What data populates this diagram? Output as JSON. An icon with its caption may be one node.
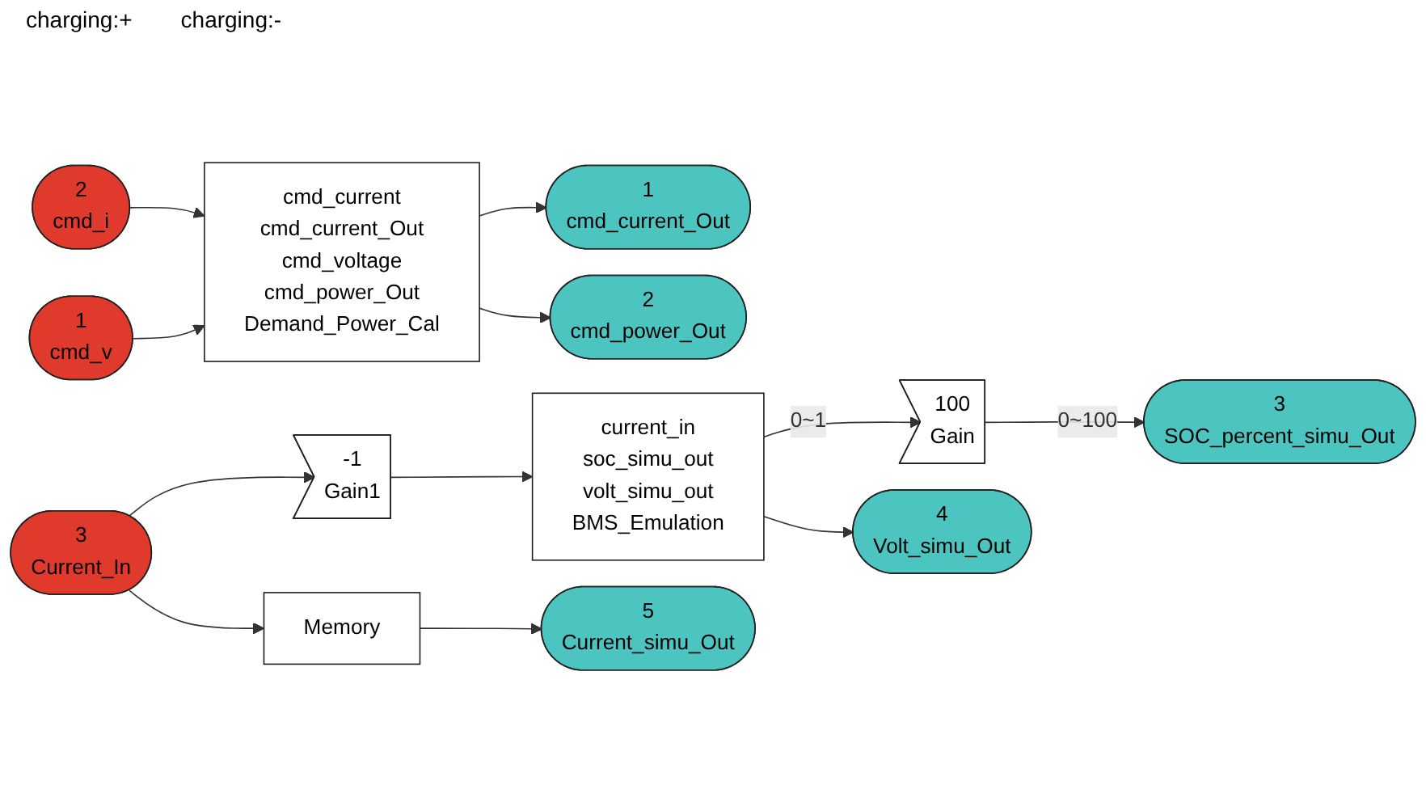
{
  "diagram": {
    "nodes": [
      {
        "text": [
          "2",
          "cmd_i"
        ]
      },
      {
        "text": [
          "1",
          "cmd_v"
        ]
      },
      {
        "text": [
          "cmd_current",
          "cmd_current_Out",
          "cmd_voltage",
          "cmd_power_Out",
          "Demand_Power_Cal"
        ]
      },
      {
        "text": [
          "1",
          "cmd_current_Out"
        ]
      },
      {
        "text": [
          "2",
          "cmd_power_Out"
        ]
      },
      {
        "text": [
          "3",
          "Current_In"
        ]
      },
      {
        "text": [
          "-1",
          "Gain1"
        ]
      },
      {
        "text": [
          "current_in",
          "soc_simu_out",
          "volt_simu_out",
          "BMS_Emulation"
        ]
      },
      {
        "text": [
          "100",
          "Gain"
        ]
      },
      {
        "text": [
          "3",
          "SOC_percent_simu_Out"
        ]
      },
      {
        "text": [
          "4",
          "Volt_simu_Out"
        ]
      },
      {
        "text": [
          "Memory"
        ]
      },
      {
        "text": [
          "5",
          "Current_simu_Out"
        ]
      }
    ],
    "edges": [
      {
        "from": 0,
        "to": 2,
        "arrow": "to"
      },
      {
        "from": 1,
        "to": 2,
        "arrow": "to"
      },
      {
        "from": 2,
        "to": 3,
        "arrow": "to"
      },
      {
        "from": 2,
        "to": 4,
        "arrow": "to"
      },
      {
        "from": 5,
        "to": 6,
        "arrow": "to"
      },
      {
        "from": 6,
        "to": 7,
        "arrow": "to"
      },
      {
        "from": 7,
        "to": 8,
        "label": "0~1",
        "arrow": "to"
      },
      {
        "from": 8,
        "to": 9,
        "label": "0~100",
        "arrow": "to"
      },
      {
        "from": 7,
        "to": 10,
        "arrow": "to"
      },
      {
        "from": 5,
        "to": 11,
        "arrow": "to"
      },
      {
        "from": 11,
        "to": 12,
        "arrow": "to"
      }
    ],
    "labels": [
      "charging:+",
      "charging:-"
    ]
  }
}
